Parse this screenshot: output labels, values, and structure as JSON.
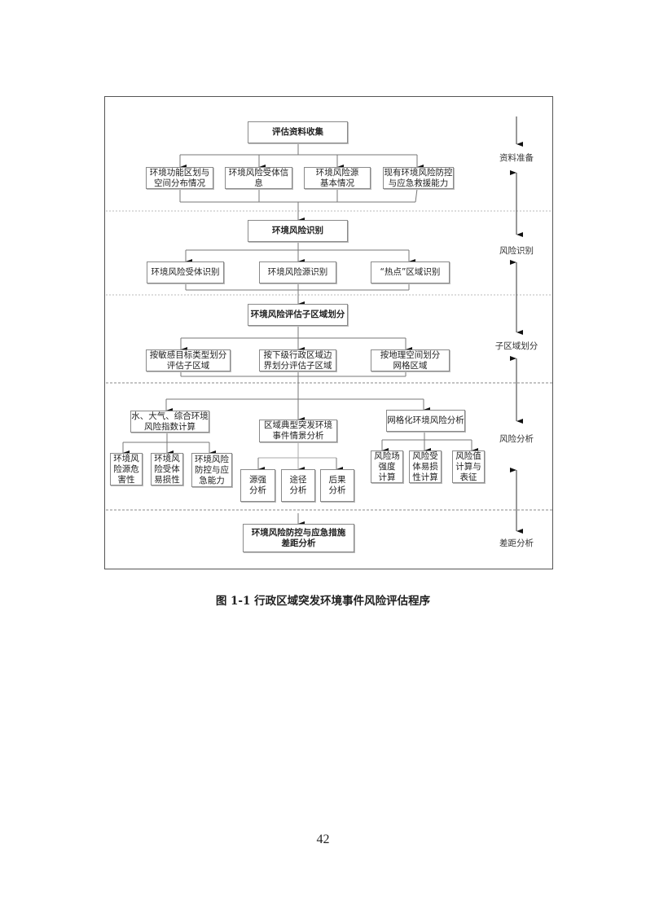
{
  "diagram": {
    "stage1": {
      "main": "评估资料收集",
      "items": [
        "环境功能区划与\n空间分布情况",
        "环境风险受体信\n息",
        "环境风险源\n基本情况",
        "现有环境风险防控\n与应急救援能力"
      ]
    },
    "stage2": {
      "main": "环境风险识别",
      "items": [
        "环境风险受体识别",
        "环境风险源识别",
        "“热点”区域识别"
      ]
    },
    "stage3": {
      "main": "环境风险评估子区域划分",
      "items": [
        "按敏感目标类型划分\n评估子区域",
        "按下级行政区域边\n界划分评估子区域",
        "按地理空间划分\n网格区域"
      ]
    },
    "stage4": {
      "left": {
        "main": "水、大气、综合环境\n风险指数计算",
        "items": [
          "环境风\n险源危\n害性",
          "环境风\n险受体\n易损性",
          "环境风险\n防控与应\n急能力"
        ]
      },
      "middle": {
        "main": "区域典型突发环境\n事件情景分析",
        "items": [
          "源强\n分析",
          "途径\n分析",
          "后果\n分析"
        ]
      },
      "right": {
        "main": "网格化环境风险分析",
        "items": [
          "风险场\n强度\n计算",
          "风险受\n体易损\n性计算",
          "风险值\n计算与\n表征"
        ]
      }
    },
    "stage5": {
      "main": "环境风险防控与应急措施\n差距分析"
    },
    "side_labels": [
      "资料准备",
      "风险识别",
      "子区域划分",
      "风险分析",
      "差距分析"
    ]
  },
  "caption": "图 1-1  行政区域突发环境事件风险评估程序",
  "page_number": "42"
}
